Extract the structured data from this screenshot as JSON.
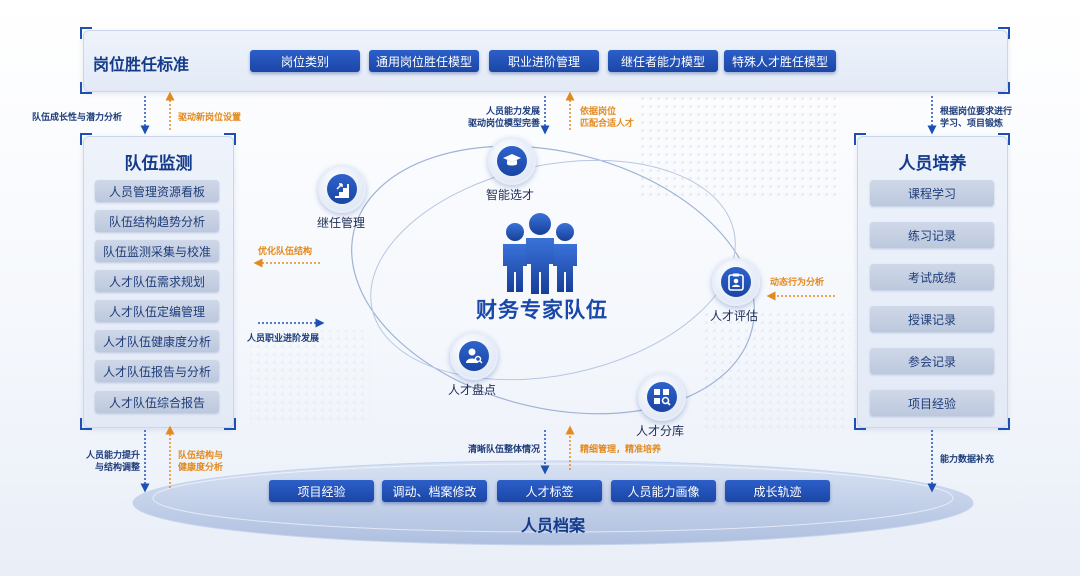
{
  "top": {
    "title": "岗位胜任标准",
    "items": [
      "岗位类别",
      "通用岗位胜任模型",
      "职业进阶管理",
      "继任者能力模型",
      "特殊人才胜任模型"
    ]
  },
  "left": {
    "title": "队伍监测",
    "items": [
      "人员管理资源看板",
      "队伍结构趋势分析",
      "队伍监测采集与校准",
      "人才队伍需求规划",
      "人才队伍定编管理",
      "人才队伍健康度分析",
      "人才队伍报告与分析",
      "人才队伍综合报告"
    ]
  },
  "right": {
    "title": "人员培养",
    "items": [
      "课程学习",
      "练习记录",
      "考试成绩",
      "授课记录",
      "参会记录",
      "项目经验"
    ]
  },
  "bottom": {
    "title": "人员档案",
    "items": [
      "项目经验",
      "调动、档案修改",
      "人才标签",
      "人员能力画像",
      "成长轨迹"
    ]
  },
  "center": {
    "title": "财务专家队伍",
    "nodes": {
      "succession": "继任管理",
      "selection": "智能选才",
      "evaluation": "人才评估",
      "classification": "人才分库",
      "inventory": "人才盘点"
    }
  },
  "notes": {
    "top_left_blue": "队伍成长性与潜力分析",
    "top_left_orange": "驱动新岗位设置",
    "top_mid_blue": [
      "人员能力发展",
      "驱动岗位模型完善"
    ],
    "top_mid_orange": [
      "依据岗位",
      "匹配合适人才"
    ],
    "top_right_blue": [
      "根据岗位要求进行",
      "学习、项目锻炼"
    ],
    "mid_left_orange": "优化队伍结构",
    "mid_left_blue": "人员职业进阶发展",
    "mid_right_orange": "动态行为分析",
    "bot_left_blue": [
      "人员能力提升",
      "与结构调整"
    ],
    "bot_left_orange": [
      "队伍结构与",
      "健康度分析"
    ],
    "bot_mid_blue": "清晰队伍整体情况",
    "bot_mid_orange": "精细管理，精准培养",
    "bot_right_blue": "能力数据补充"
  },
  "colors": {
    "primary": "#1e4fb5",
    "accent": "#e38a1e",
    "figure": "#2a5fc7"
  }
}
